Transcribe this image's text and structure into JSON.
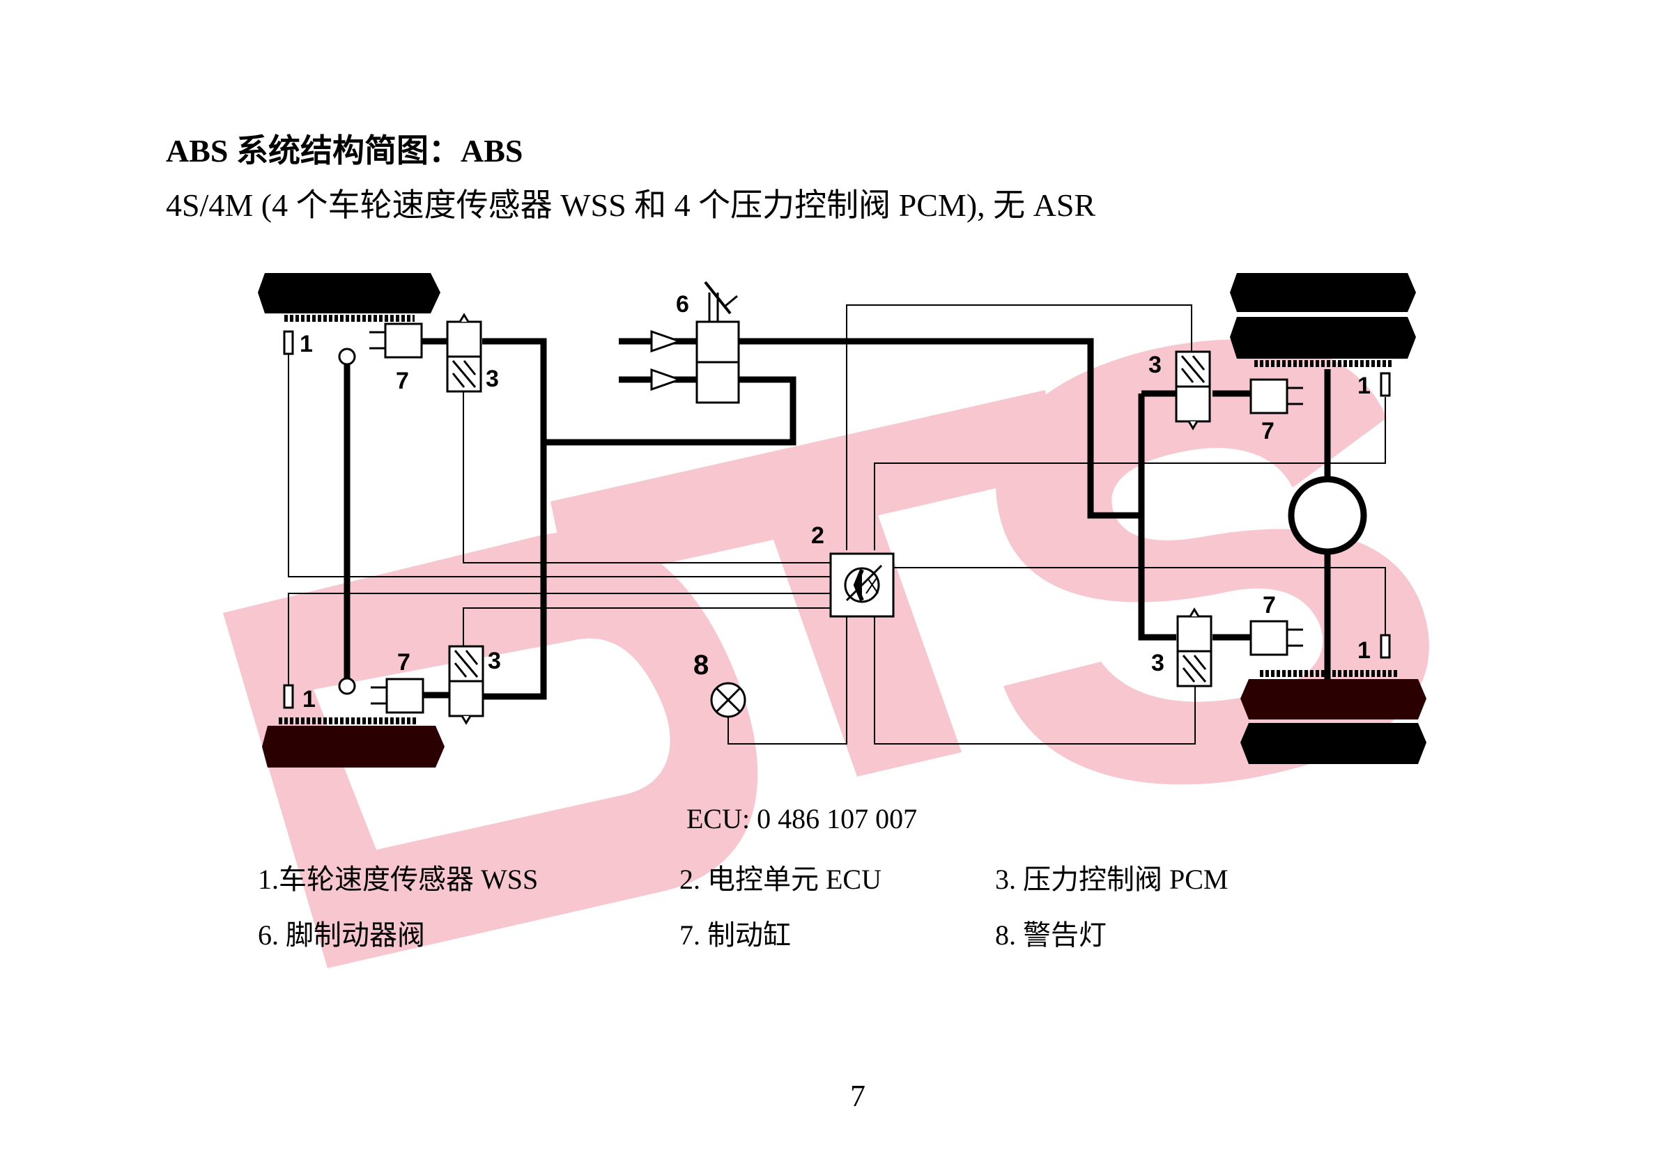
{
  "title": "ABS 系统结构简图：ABS",
  "subtitle": "4S/4M (4 个车轮速度传感器 WSS 和 4 个压力控制阀 PCM), 无 ASR",
  "watermark": {
    "text": "DTS",
    "color": "#f7c6cf"
  },
  "diagram_labels": {
    "sensor": "1",
    "ecu": "2",
    "pcm": "3",
    "foot_valve": "6",
    "brake_cylinder": "7",
    "warning_lamp": "8"
  },
  "ecu_code": "ECU: 0 486 107 007",
  "legend": [
    {
      "id": "1",
      "text": "1.车轮速度传感器 WSS"
    },
    {
      "id": "2",
      "text": "2. 电控单元 ECU"
    },
    {
      "id": "3",
      "text": "3. 压力控制阀 PCM"
    },
    {
      "id": "6",
      "text": "6. 脚制动器阀"
    },
    {
      "id": "7",
      "text": "7. 制动缸"
    },
    {
      "id": "8",
      "text": "8. 警告灯"
    }
  ],
  "page_number": "7",
  "colors": {
    "ink": "#000000",
    "tire_dark": "#2a0000",
    "watermark": "#f7c6cf"
  }
}
